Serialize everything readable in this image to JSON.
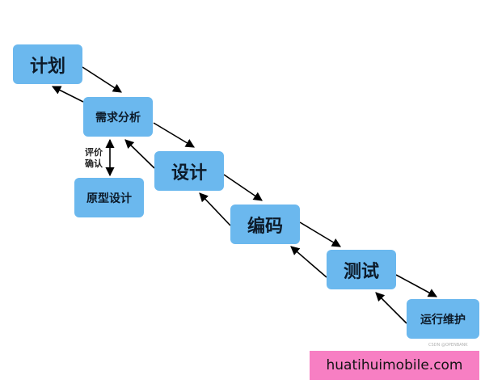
{
  "nodes": {
    "plan": "计划",
    "requirements": "需求分析",
    "prototype": "原型设计",
    "design": "设计",
    "coding": "编码",
    "testing": "测试",
    "operations": "运行维护"
  },
  "side_label": {
    "line1": "评价",
    "line2": "确认"
  },
  "watermark": "huatihuimobile.com",
  "small_watermark": "CSDN @OPENBANK",
  "colors": {
    "node_fill": "#6bb8ee",
    "arrow": "#000000",
    "watermark_bg": "#f77fc3"
  }
}
